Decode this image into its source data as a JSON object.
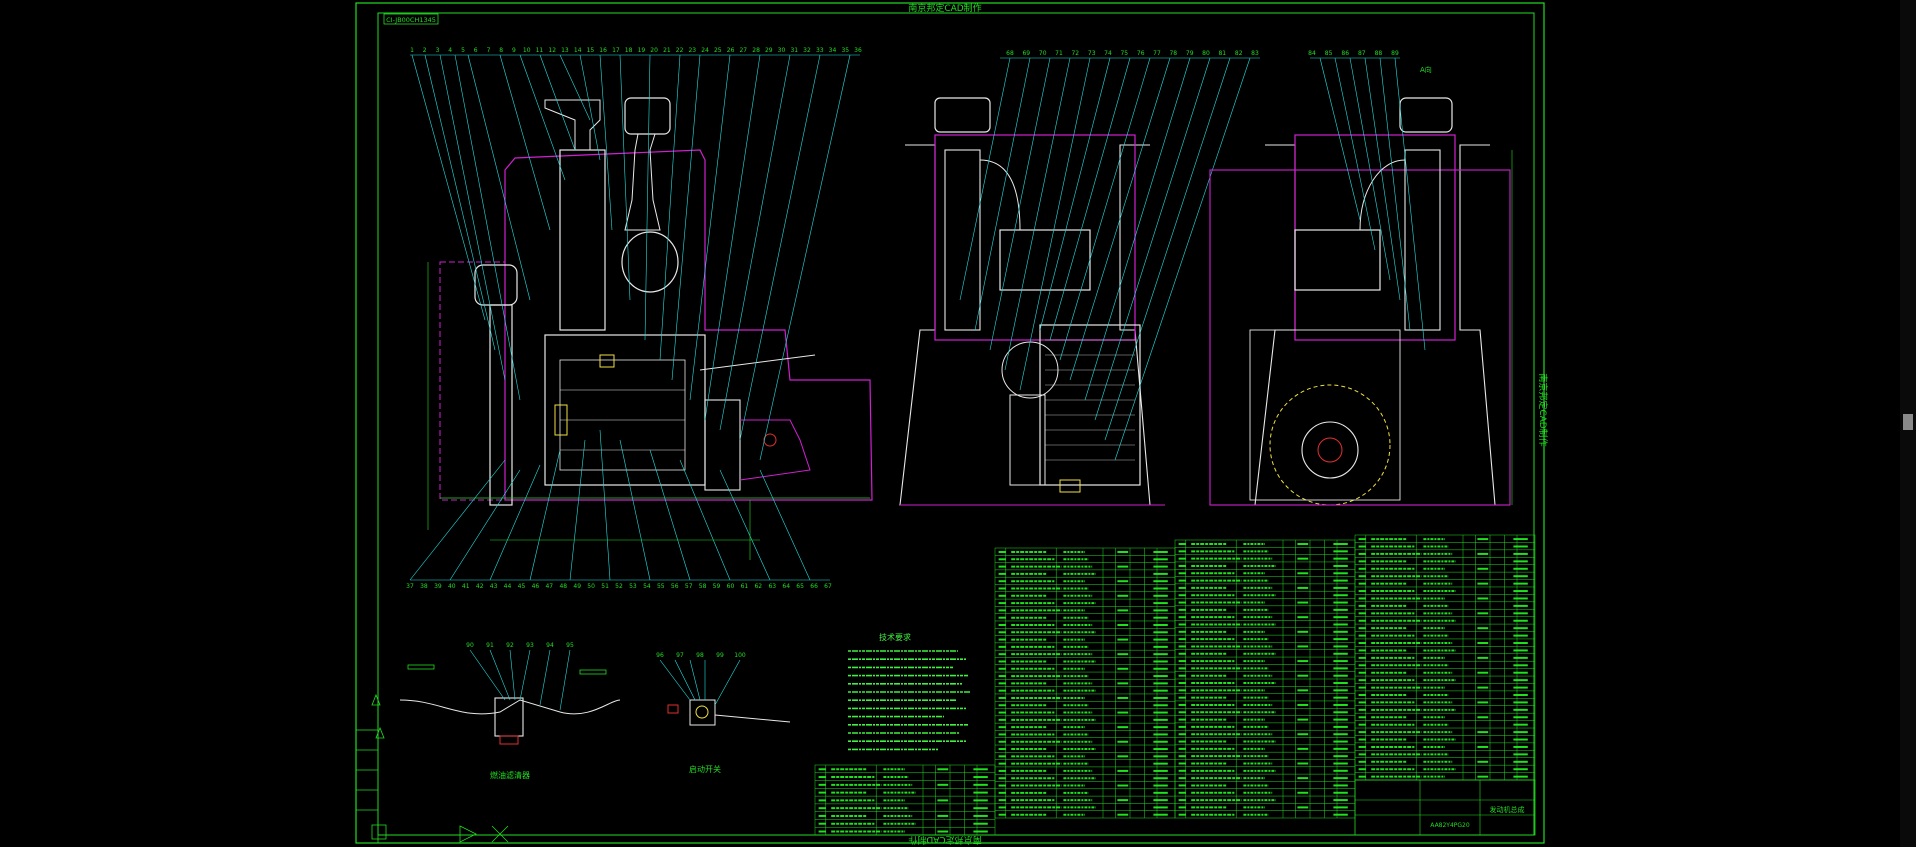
{
  "drawing": {
    "title_top": "南京邦定CAD制作",
    "title_bottom": "南京邦定CAD制作",
    "side_label": "南京邦定CAD制作",
    "code_box": "CI-JB00CH1345"
  },
  "colors": {
    "background": "#000000",
    "border": "#22dd22",
    "leader": "#22e0e0",
    "machine": "#e8e8e8",
    "frame": "#d020d0",
    "highlight": "#f0e040",
    "table_text": "#20e020",
    "notes_text": "#40f040",
    "red": "#e03030"
  },
  "views": {
    "side_view_labels": [
      "1",
      "2",
      "3",
      "4",
      "5",
      "6",
      "7",
      "8",
      "9",
      "10",
      "11",
      "12",
      "13",
      "14",
      "15",
      "16",
      "17",
      "18",
      "19",
      "20",
      "21",
      "22",
      "23",
      "24",
      "25",
      "26",
      "27",
      "28",
      "29",
      "30",
      "31",
      "32",
      "33",
      "34",
      "35",
      "36"
    ],
    "side_view_bottom_labels": [
      "37",
      "38",
      "39",
      "40",
      "41",
      "42",
      "43",
      "44",
      "45",
      "46",
      "47",
      "48",
      "49",
      "50",
      "51",
      "52",
      "53",
      "54",
      "55",
      "56",
      "57",
      "58",
      "59",
      "60",
      "61",
      "62",
      "63",
      "64",
      "65",
      "66",
      "67"
    ],
    "front_view_labels": [
      "68",
      "69",
      "70",
      "71",
      "72",
      "73",
      "74",
      "75",
      "76",
      "77",
      "78",
      "79",
      "80",
      "81",
      "82",
      "83"
    ],
    "rear_view_labels": [
      "84",
      "85",
      "86",
      "87",
      "88",
      "89"
    ],
    "rear_view_mark": "A向"
  },
  "details": {
    "fuel_filter_caption": "燃油滤清器",
    "fuel_filter_labels": [
      "90",
      "91",
      "92",
      "93",
      "94",
      "95"
    ],
    "switch_caption": "启动开关",
    "switch_labels": [
      "96",
      "97",
      "98",
      "99",
      "100"
    ]
  },
  "tech_notes": {
    "heading": "技术要求"
  },
  "title_block": {
    "name": "发动机总成",
    "code": "AA82Y4PG20"
  }
}
